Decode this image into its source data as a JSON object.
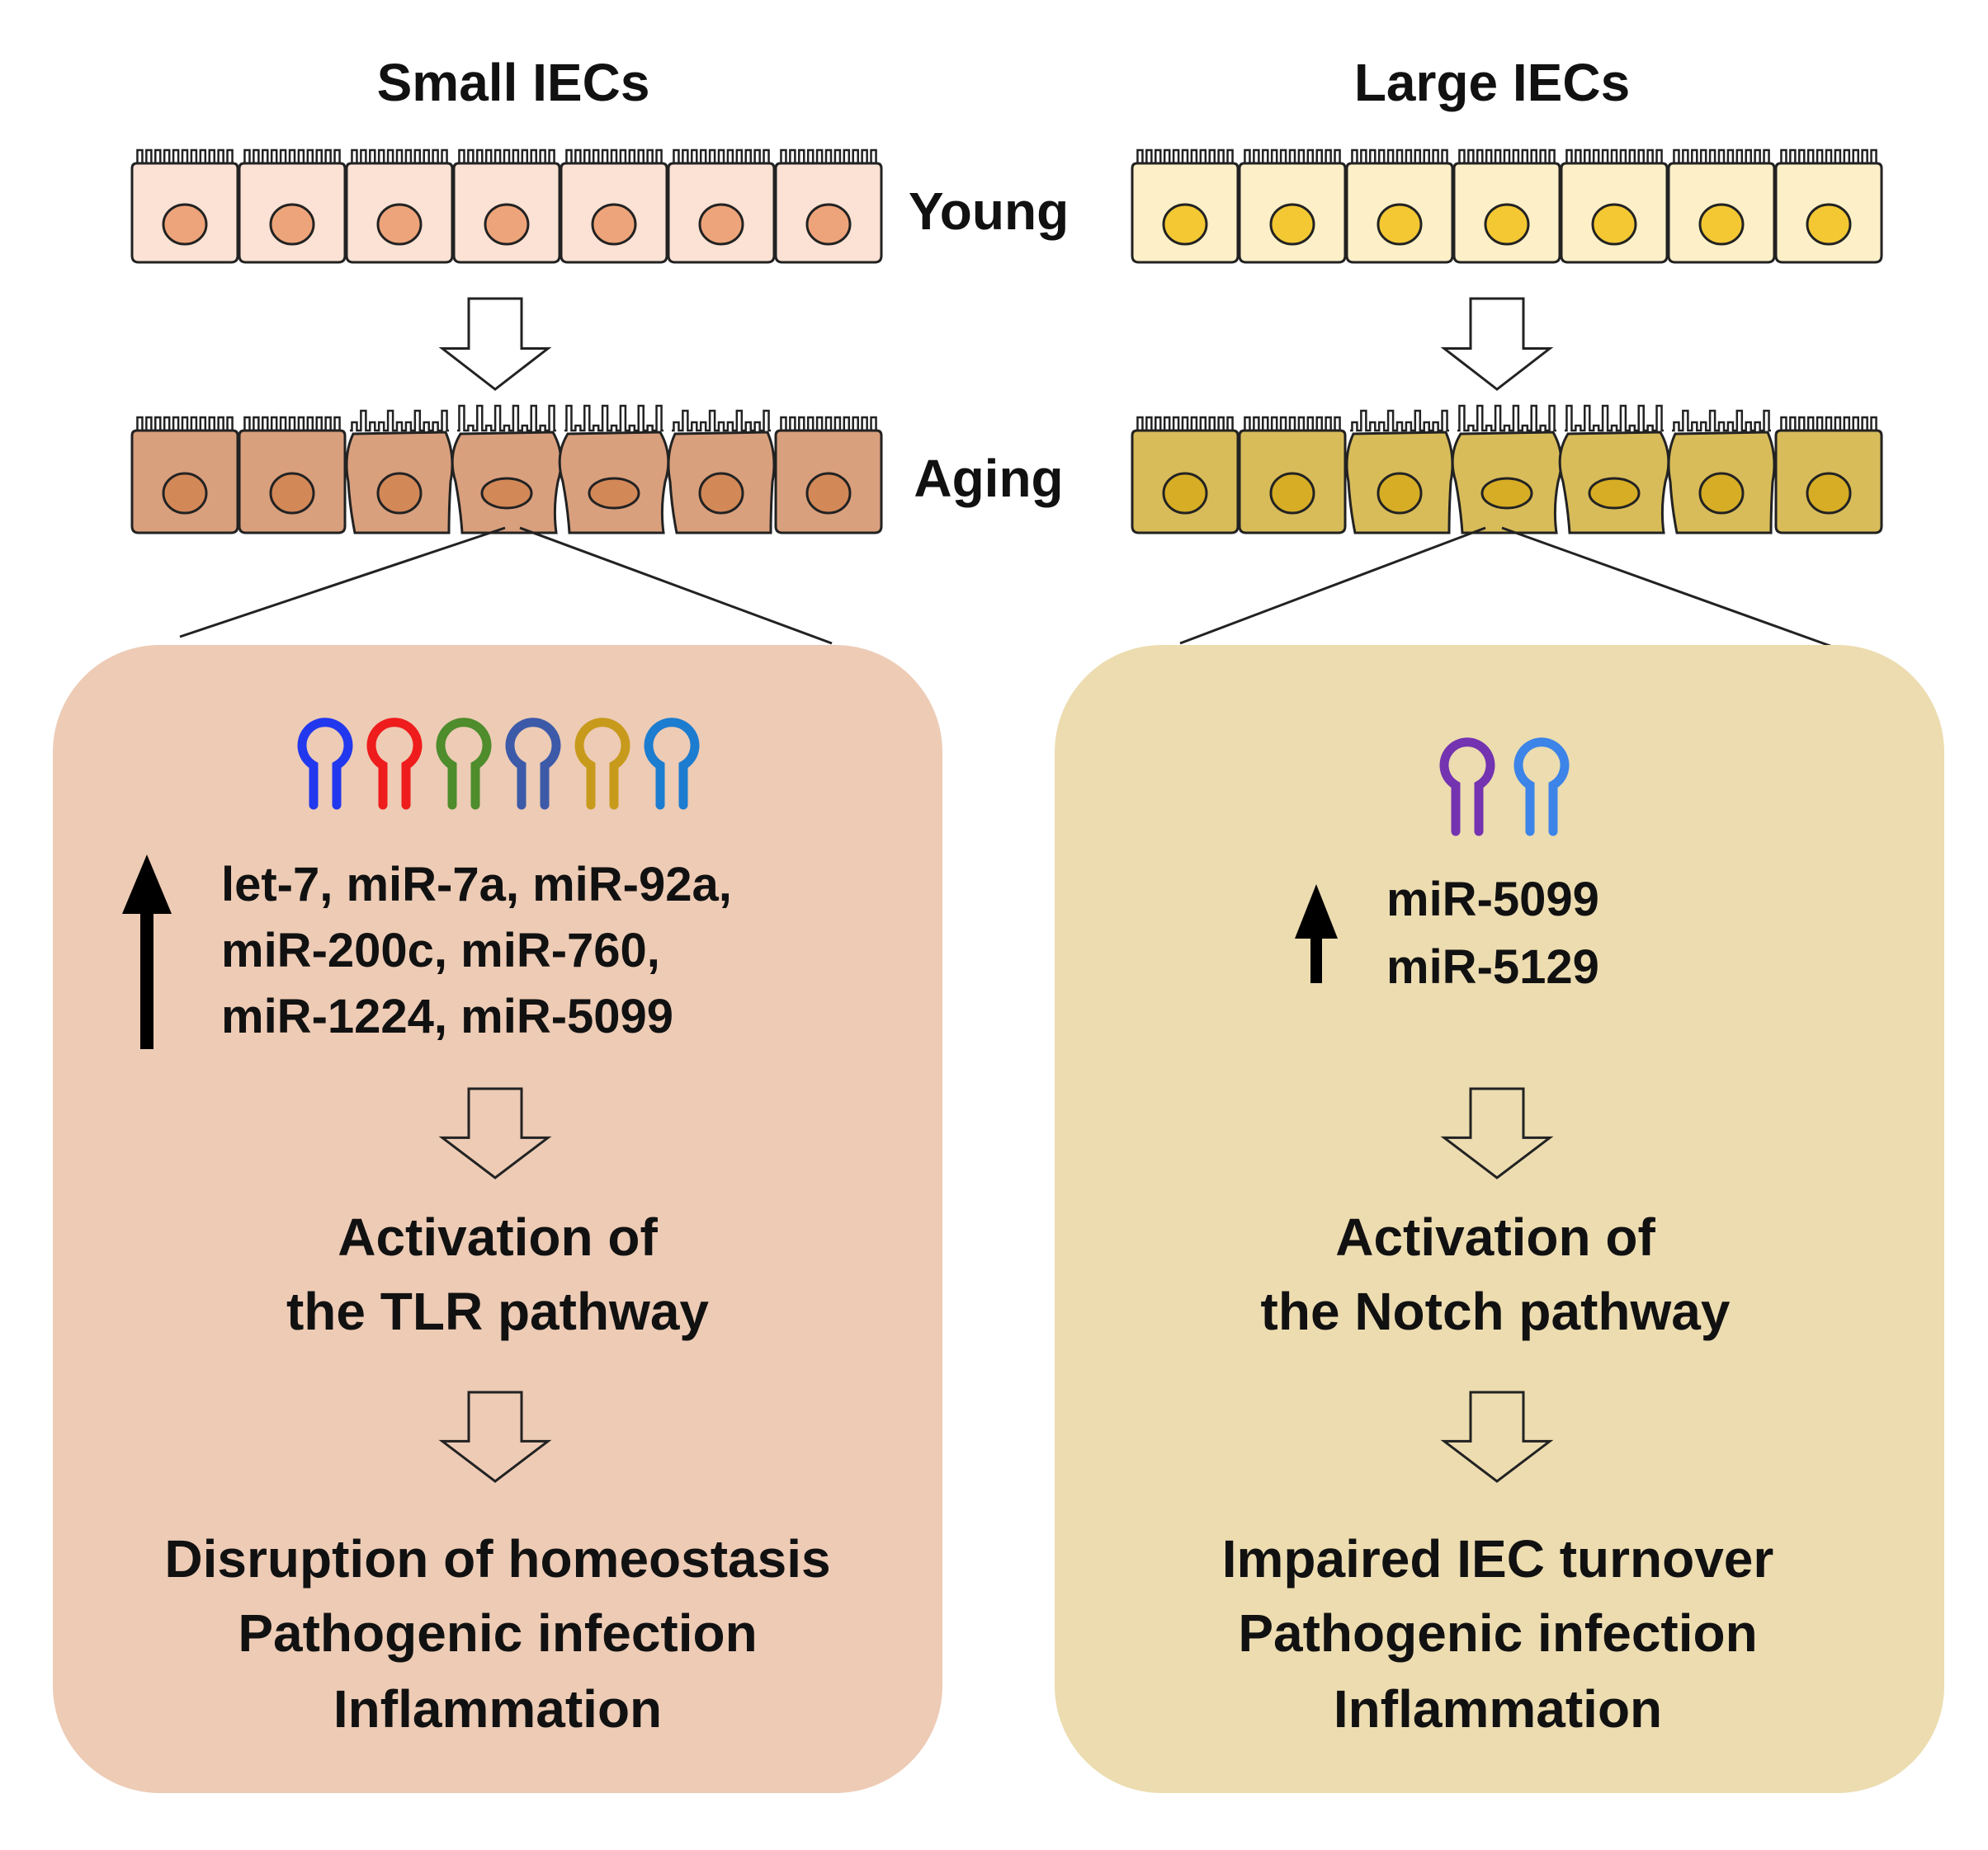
{
  "columns": [
    {
      "id": "small",
      "heading": "Small IECs",
      "colors": {
        "young_cell": "#fbe2d4",
        "young_nucleus": "#eea47a",
        "aging_cell": "#d9a07e",
        "aging_nucleus": "#d38858",
        "box": "#edcbb5"
      },
      "hairpin_colors": [
        "#2238ee",
        "#ee1c1c",
        "#4e8c2c",
        "#3c5aa8",
        "#c89a1c",
        "#1c7cd0"
      ],
      "mirnas": [
        "let-7, miR-7a, miR-92a,",
        "miR-200c, miR-760,",
        "miR-1224, miR-5099"
      ],
      "pathway": [
        "Activation of",
        "the TLR pathway"
      ],
      "outcomes": [
        "Disruption  of homeostasis",
        "Pathogenic infection",
        "Inflammation"
      ]
    },
    {
      "id": "large",
      "heading": "Large IECs",
      "colors": {
        "young_cell": "#fdf0c8",
        "young_nucleus": "#f3c833",
        "aging_cell": "#d8bc5a",
        "aging_nucleus": "#d6ad24",
        "box": "#ecdcb0"
      },
      "hairpin_colors": [
        "#7433b0",
        "#3c84e8"
      ],
      "mirnas": [
        "miR-5099",
        "miR-5129"
      ],
      "pathway": [
        "Activation of",
        "the Notch pathway"
      ],
      "outcomes": [
        "Impaired IEC turnover",
        "Pathogenic infection",
        "Inflammation"
      ]
    }
  ],
  "stage_labels": {
    "young": "Young",
    "aging": "Aging"
  }
}
